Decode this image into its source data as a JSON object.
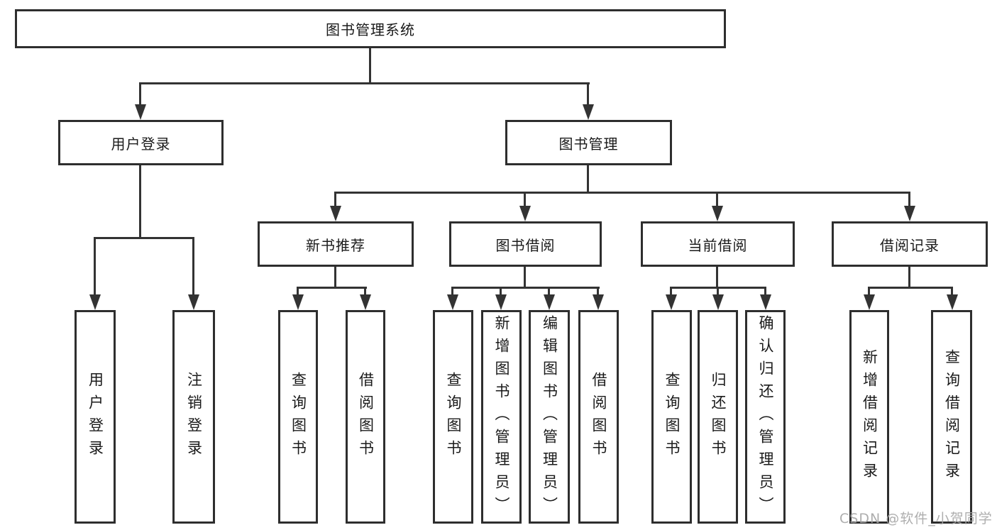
{
  "diagram": {
    "title": "图书管理系统",
    "level2": {
      "user_login": {
        "label": "用户登录",
        "children": [
          "用户登录",
          "注销登录"
        ]
      },
      "book_mgmt": {
        "label": "图书管理"
      }
    },
    "level3": {
      "new_book_rec": {
        "label": "新书推荐",
        "children": [
          "查询图书",
          "借阅图书"
        ]
      },
      "book_borrow": {
        "label": "图书借阅",
        "children": [
          "查询图书",
          "新增图书（管理员）",
          "编辑图书（管理员）",
          "借阅图书"
        ]
      },
      "current_borrow": {
        "label": "当前借阅",
        "children": [
          "查询图书",
          "归还图书",
          "确认归还（管理员）"
        ]
      },
      "borrow_records": {
        "label": "借阅记录",
        "children": [
          "新增借阅记录",
          "查询借阅记录"
        ]
      }
    },
    "watermark": "CSDN @软件_小贺同学",
    "colors": {
      "line": "#333333",
      "border": "#2e2e2e",
      "background": "#ffffff",
      "text": "#1a1a1a",
      "watermark": "#a5a5a5"
    }
  }
}
